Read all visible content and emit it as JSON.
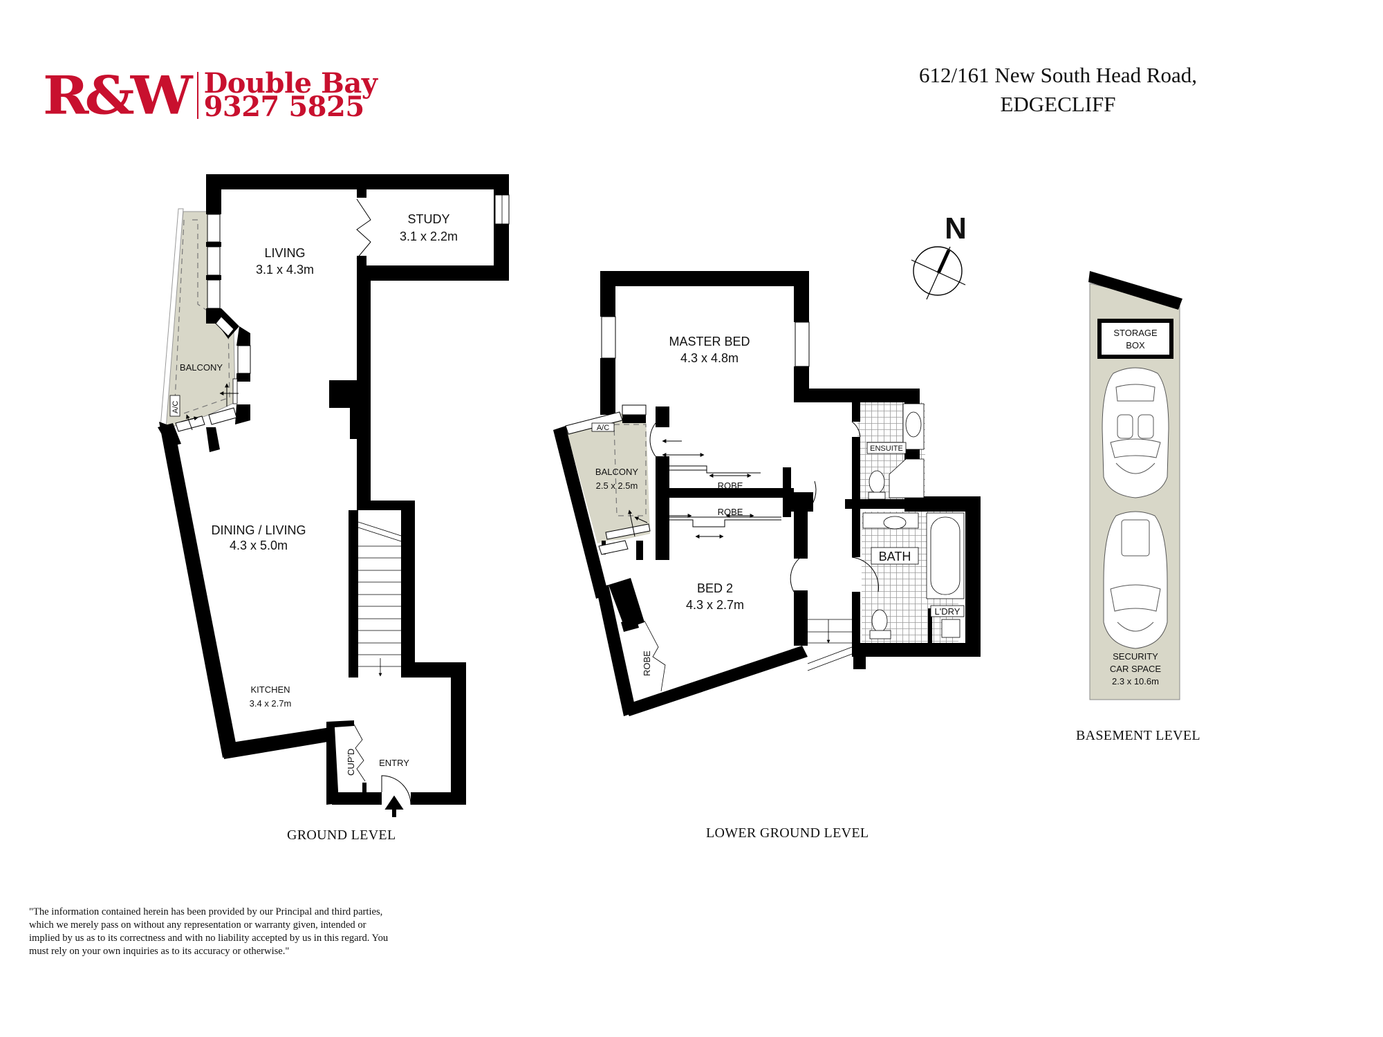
{
  "header": {
    "logo": {
      "mark": "R&W",
      "office": "Double Bay",
      "phone": "9327 5825",
      "brand_color": "#c8102e"
    },
    "address": {
      "line1": "612/161 New South Head Road,",
      "line2": "EDGECLIFF"
    }
  },
  "compass": {
    "label": "N"
  },
  "levels": {
    "ground": {
      "label": "GROUND LEVEL",
      "rooms": {
        "living": {
          "name": "LIVING",
          "size": "3.1 x 4.3m"
        },
        "study": {
          "name": "STUDY",
          "size": "3.1 x 2.2m"
        },
        "balcony": {
          "name": "BALCONY"
        },
        "ac": "A/C",
        "dining": {
          "name": "DINING / LIVING",
          "size": "4.3 x 5.0m"
        },
        "kitchen": {
          "name": "KITCHEN",
          "size": "3.4 x 2.7m"
        },
        "cupboard": "CUP'D",
        "entry": "ENTRY"
      }
    },
    "lower_ground": {
      "label": "LOWER GROUND LEVEL",
      "rooms": {
        "master": {
          "name": "MASTER BED",
          "size": "4.3 x 4.8m"
        },
        "balcony": {
          "name": "BALCONY",
          "size": "2.5 x 2.5m"
        },
        "ac": "A/C",
        "robe1": "ROBE",
        "robe2": "ROBE",
        "robe3": "ROBE",
        "ensuite": "ENSUITE",
        "bath": "BATH",
        "laundry": "L'DRY",
        "bed2": {
          "name": "BED 2",
          "size": "4.3 x 2.7m"
        }
      }
    },
    "basement": {
      "label": "BASEMENT LEVEL",
      "storage": {
        "line1": "STORAGE",
        "line2": "BOX"
      },
      "car_space": {
        "line1": "SECURITY",
        "line2": "CAR SPACE",
        "size": "2.3 x 10.6m"
      }
    }
  },
  "disclaimer": "\"The information contained herein has been provided by our Principal and third parties, which we merely pass on without any representation or warranty given, intended or implied by us as to its correctness and with no liability accepted by us in this regard. You must rely on your own inquiries as to its accuracy or otherwise.\"",
  "colors": {
    "wall": "#000000",
    "balcony_fill": "#d8d7c8",
    "tile": "#9a9a9a",
    "background": "#ffffff"
  }
}
